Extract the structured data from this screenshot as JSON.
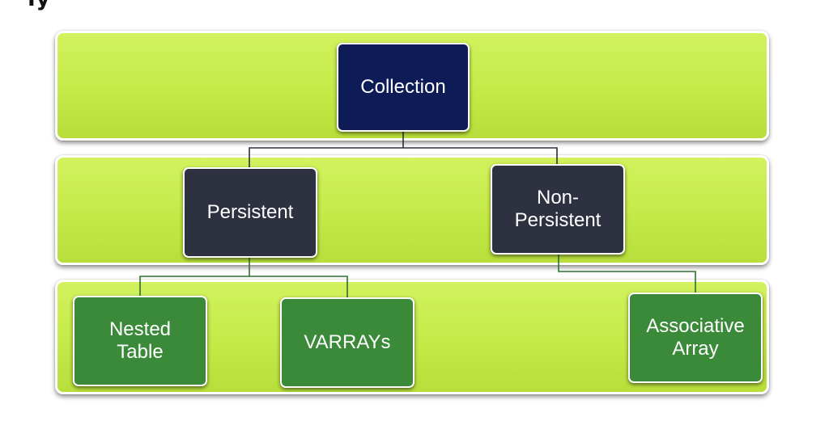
{
  "diagram": {
    "nodes": {
      "collection": "Collection",
      "persistent": "Persistent",
      "non_persistent_line1": "Non-",
      "non_persistent_line2": "Persistent",
      "nested_table_line1": "Nested",
      "nested_table_line2": "Table",
      "varrays": "VARRAYs",
      "associative_line1": "Associative",
      "associative_line2": "Array"
    },
    "edges": [
      [
        "Collection",
        "Persistent"
      ],
      [
        "Collection",
        "Non-Persistent"
      ],
      [
        "Persistent",
        "Nested Table"
      ],
      [
        "Persistent",
        "VARRAYs"
      ],
      [
        "Non-Persistent",
        "Associative Array"
      ]
    ],
    "colors": {
      "band": "#c4ea48",
      "root_node": "#0d1b57",
      "middle_nodes": "#2d3140",
      "leaf_nodes": "#3a8a3a"
    }
  }
}
